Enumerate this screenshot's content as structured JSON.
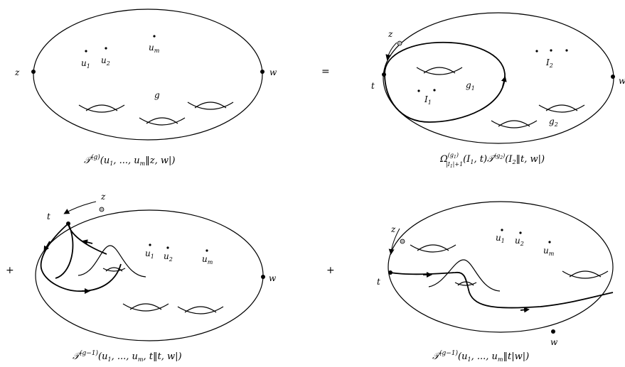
{
  "panels": {
    "top_left": {
      "labels": {
        "z": "z",
        "w": "w",
        "u1": "u",
        "u1_sub": "1",
        "u2": "u",
        "u2_sub": "2",
        "um": "u",
        "um_sub": "m",
        "g": "g"
      },
      "caption": {
        "main": "𝒯",
        "sup": "(g)",
        "args": "(u",
        "a1": "1",
        "rest": ", ..., u",
        "am": "m",
        "tail": "‖z, w|)"
      }
    },
    "top_right": {
      "labels": {
        "z": "z",
        "t": "t",
        "w": "w",
        "g1": "g",
        "g1_sub": "1",
        "I1": "I",
        "I1_sub": "1",
        "I2": "I",
        "I2_sub": "2",
        "g2": "g",
        "g2_sub": "2"
      },
      "caption": {
        "omega": "Ω",
        "omega_sup": "(g",
        "omega_sup_sub": "1",
        "omega_sup_close": ")",
        "omega_sub": "|I",
        "omega_sub_sub": "1",
        "omega_sub_close": "|+1",
        "args1": "(I",
        "args1_sub": "1",
        "args1_close": ", t)",
        "tau": "𝒯",
        "tau_sup": "(g",
        "tau_sup_sub": "2",
        "tau_sup_close": ")",
        "args2": "(I",
        "args2_sub": "2",
        "args2_close": "‖t, w|)"
      }
    },
    "bottom_left": {
      "labels": {
        "z": "z",
        "t": "t",
        "w": "w",
        "u1": "u",
        "u1_sub": "1",
        "u2": "u",
        "u2_sub": "2",
        "um": "u",
        "um_sub": "m"
      },
      "caption": {
        "main": "𝒯",
        "sup": "(g−1)",
        "args": "(u",
        "a1": "1",
        "rest": ", ..., u",
        "am": "m",
        "tail": ", t‖t, w|)"
      }
    },
    "bottom_right": {
      "labels": {
        "z": "z",
        "t": "t",
        "w": "w",
        "u1": "u",
        "u1_sub": "1",
        "u2": "u",
        "u2_sub": "2",
        "um": "u",
        "um_sub": "m"
      },
      "caption": {
        "main": "𝒯",
        "sup": "(g−1)",
        "args": "(u",
        "a1": "1",
        "rest": ", ..., u",
        "am": "m",
        "tail": "‖t|w|)"
      }
    }
  },
  "operators": {
    "equals": "=",
    "plus1": "+",
    "plus2": "+"
  },
  "colors": {
    "stroke": "#000000",
    "open_marker": "#bbbbbb",
    "background": "#ffffff"
  }
}
